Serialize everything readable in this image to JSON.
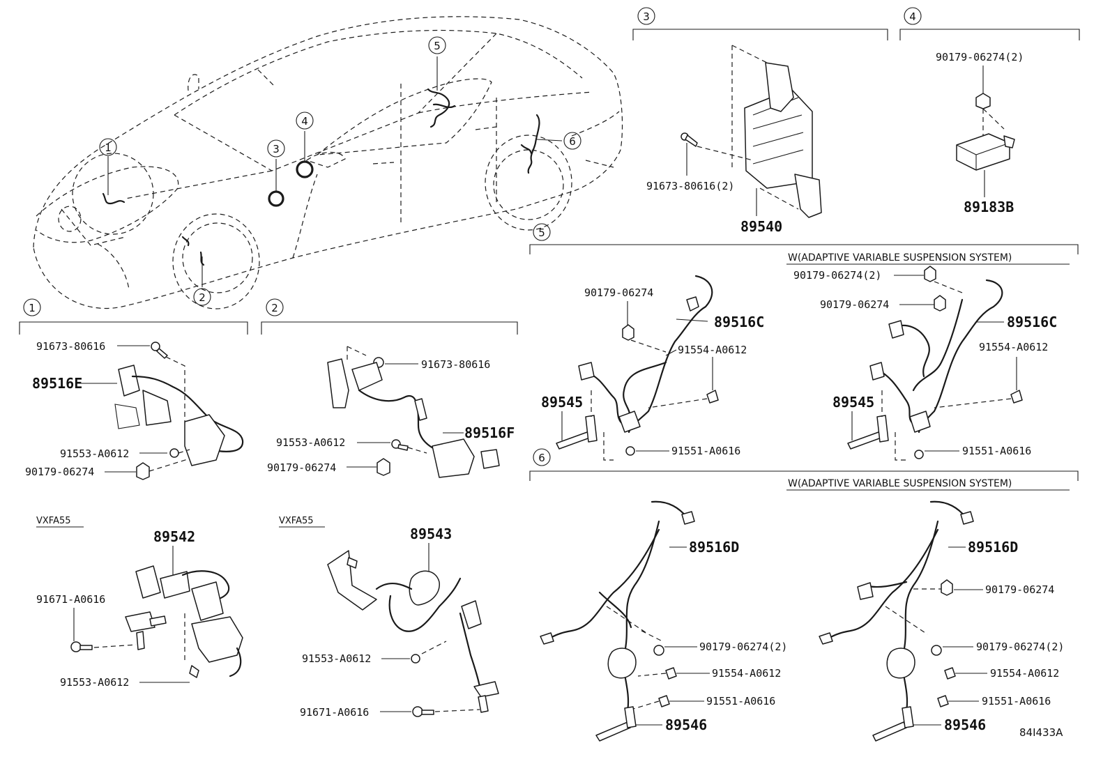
{
  "diagram_id": "84I433A",
  "callouts": [
    "1",
    "2",
    "3",
    "4",
    "5",
    "6"
  ],
  "sections": {
    "s1": {
      "number": "1",
      "parts": [
        "91673-80616",
        "89516E",
        "91553-A0612",
        "90179-06274"
      ]
    },
    "s2": {
      "number": "2",
      "parts": [
        "91673-80616",
        "89516F",
        "91553-A0612",
        "90179-06274"
      ]
    },
    "s3": {
      "number": "3",
      "parts": [
        "91673-80616(2)",
        "89540"
      ]
    },
    "s4": {
      "number": "4",
      "parts": [
        "90179-06274(2)",
        "89183B"
      ]
    },
    "s5": {
      "number": "5",
      "note": "W(ADAPTIVE VARIABLE SUSPENSION SYSTEM)",
      "left": [
        "90179-06274",
        "89516C",
        "91554-A0612",
        "89545",
        "91551-A0616"
      ],
      "right": [
        "90179-06274(2)",
        "90179-06274",
        "89516C",
        "91554-A0612",
        "89545",
        "91551-A0616"
      ]
    },
    "s6": {
      "number": "6",
      "note": "W(ADAPTIVE VARIABLE SUSPENSION SYSTEM)",
      "left": [
        "89516D",
        "90179-06274(2)",
        "91554-A0612",
        "91551-A0616",
        "89546"
      ],
      "right": [
        "89516D",
        "90179-06274",
        "90179-06274(2)",
        "91554-A0612",
        "91551-A0616",
        "89546"
      ]
    },
    "v1": {
      "model": "VXFA55",
      "parts": [
        "89542",
        "91671-A0616",
        "91553-A0612"
      ]
    },
    "v2": {
      "model": "VXFA55",
      "parts": [
        "89543",
        "91553-A0612",
        "91671-A0616"
      ]
    }
  }
}
